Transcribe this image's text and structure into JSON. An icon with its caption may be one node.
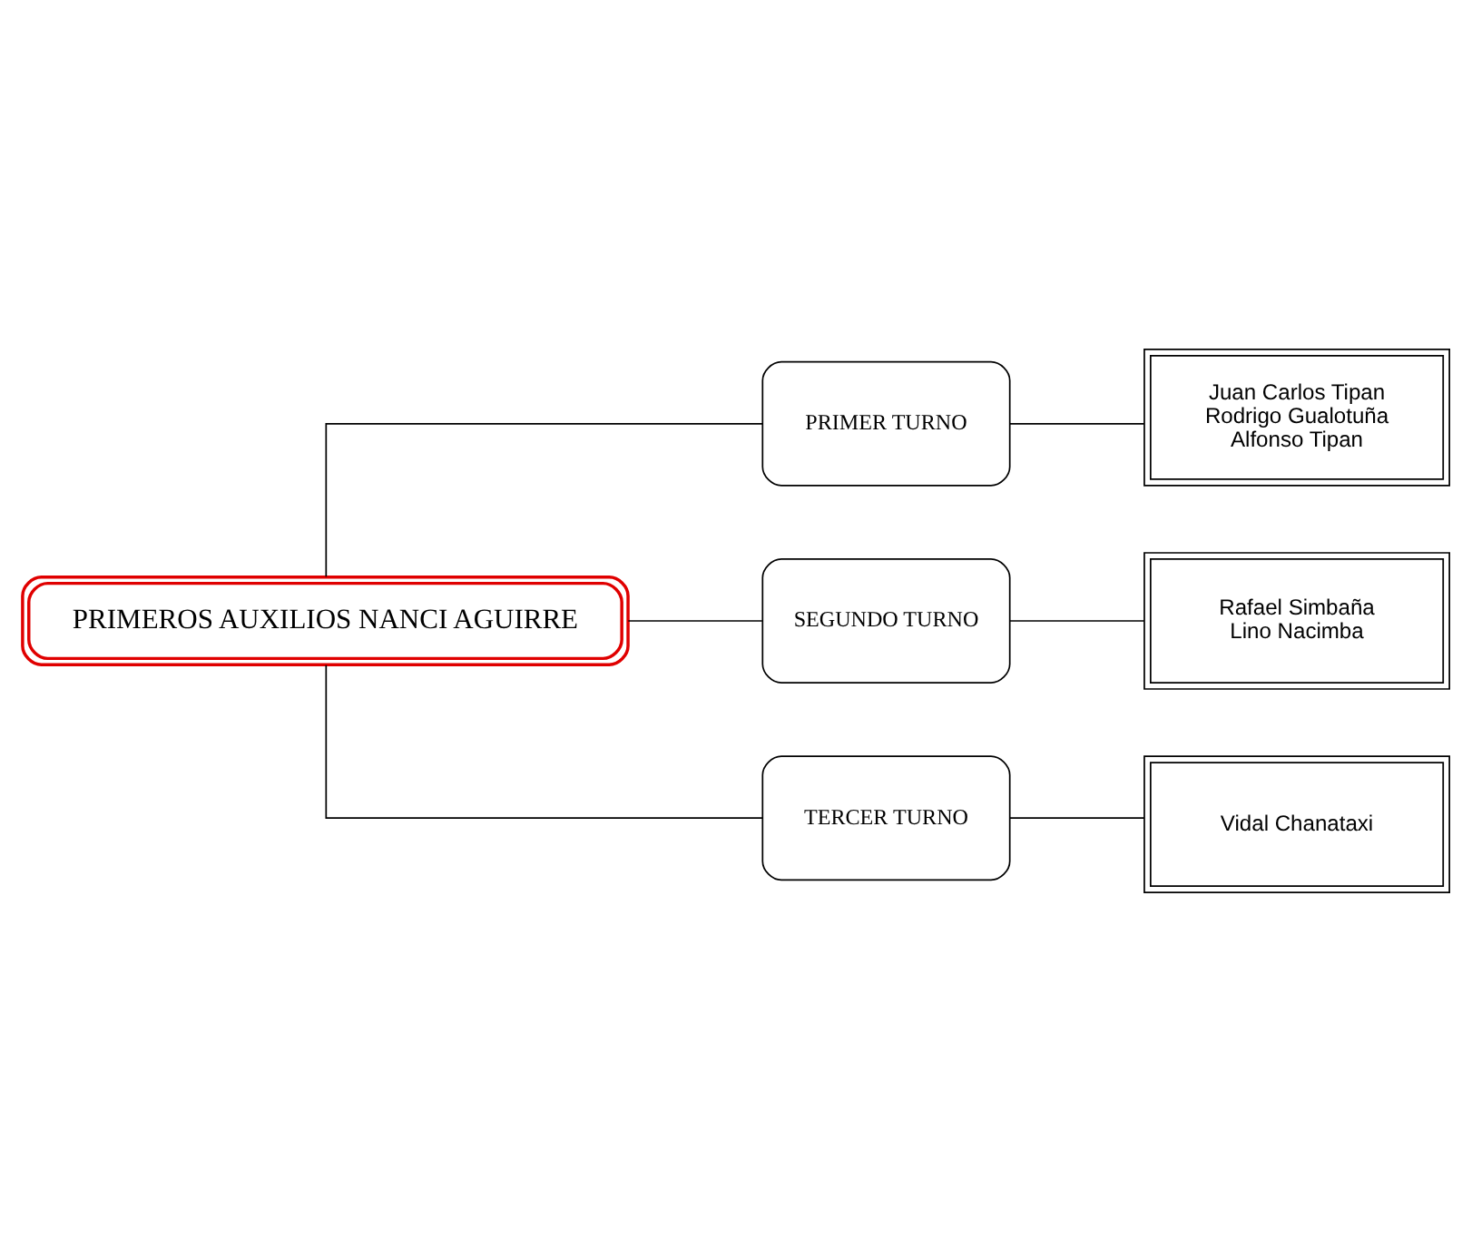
{
  "diagram": {
    "nodes": [
      {
        "text": [
          "PRIMEROS AUXILIOS NANCI AGUIRRE"
        ]
      },
      {
        "text": [
          "PRIMER TURNO"
        ]
      },
      {
        "text": [
          "Juan Carlos Tipan",
          "Rodrigo Gualotuña",
          "Alfonso Tipan"
        ]
      },
      {
        "text": [
          "SEGUNDO TURNO"
        ]
      },
      {
        "text": [
          "Rafael Simbaña",
          "Lino Nacimba"
        ]
      },
      {
        "text": [
          "TERCER TURNO"
        ]
      },
      {
        "text": [
          "Vidal Chanataxi"
        ]
      }
    ],
    "edges": [
      {
        "from": 0,
        "to": 1,
        "arrow": "none"
      },
      {
        "from": 0,
        "to": 3,
        "arrow": "none"
      },
      {
        "from": 0,
        "to": 5,
        "arrow": "none"
      },
      {
        "from": 1,
        "to": 2,
        "arrow": "none"
      },
      {
        "from": 3,
        "to": 4,
        "arrow": "none"
      },
      {
        "from": 5,
        "to": 6,
        "arrow": "none"
      }
    ]
  }
}
